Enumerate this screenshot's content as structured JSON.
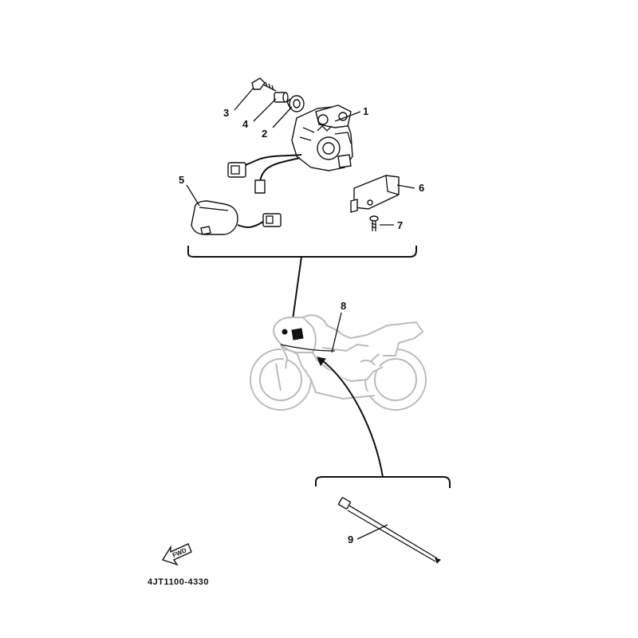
{
  "callouts": {
    "p1": "1",
    "p2": "2",
    "p3": "3",
    "p4": "4",
    "p5": "5",
    "p6": "6",
    "p7": "7",
    "p8": "8",
    "p9": "9"
  },
  "fwd_label": "FWD",
  "diagram_code": "4JT1100-4330",
  "colors": {
    "line": "#111111",
    "motorcycle_outline": "#bbbbbb",
    "background": "#ffffff"
  }
}
